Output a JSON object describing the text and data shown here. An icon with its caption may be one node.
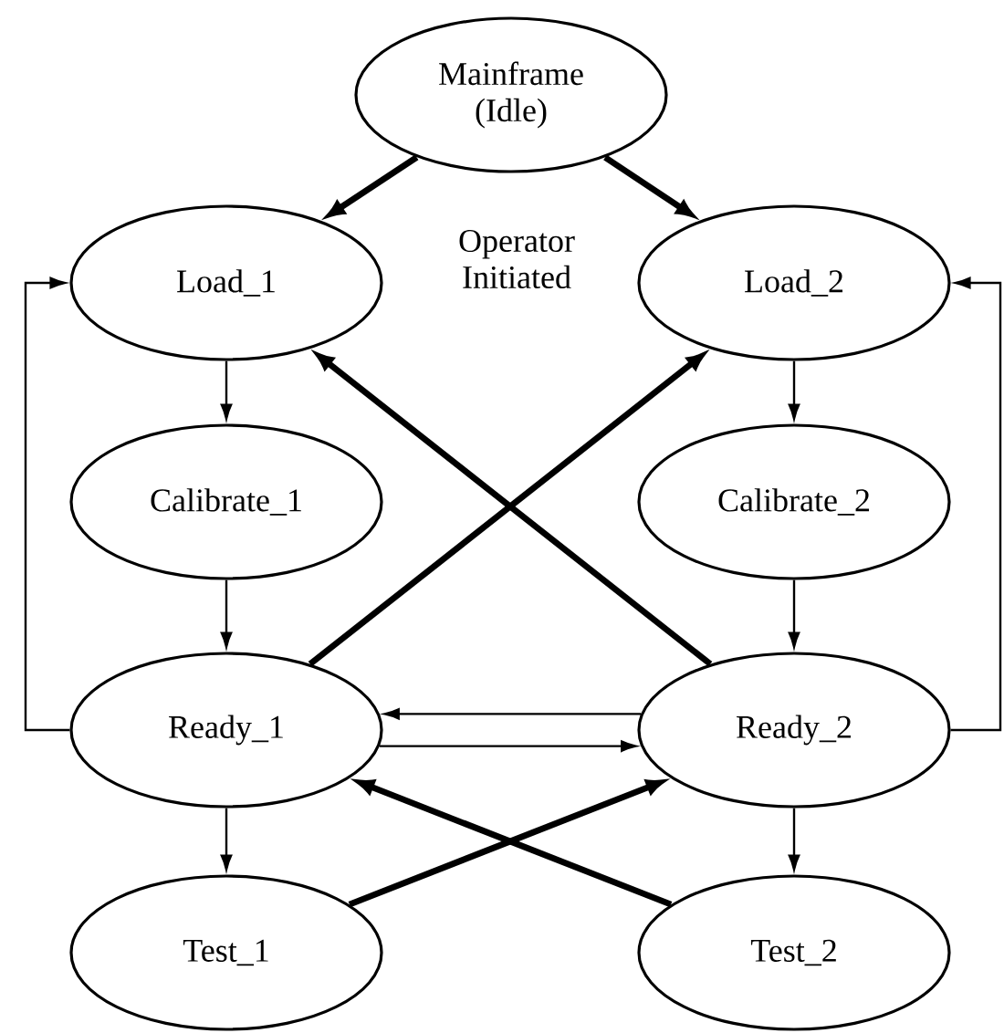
{
  "diagram": {
    "nodes": [
      {
        "text": [
          "Mainframe (Idle)"
        ]
      },
      {
        "text": [
          "Load_1"
        ]
      },
      {
        "text": [
          "Load_2"
        ]
      },
      {
        "text": [
          "Calibrate_1"
        ]
      },
      {
        "text": [
          "Calibrate_2"
        ]
      },
      {
        "text": [
          "Ready_1"
        ]
      },
      {
        "text": [
          "Ready_2"
        ]
      },
      {
        "text": [
          "Test_1"
        ]
      },
      {
        "text": [
          "Test_2"
        ]
      }
    ],
    "edges": [
      {
        "from": 0,
        "to": 1,
        "arrow": "to",
        "style": "thick"
      },
      {
        "from": 0,
        "to": 2,
        "arrow": "to",
        "style": "thick"
      },
      {
        "from": 1,
        "to": 3,
        "arrow": "to"
      },
      {
        "from": 2,
        "to": 4,
        "arrow": "to"
      },
      {
        "from": 3,
        "to": 5,
        "arrow": "to"
      },
      {
        "from": 4,
        "to": 6,
        "arrow": "to"
      },
      {
        "from": 5,
        "to": 7,
        "arrow": "to"
      },
      {
        "from": 6,
        "to": 8,
        "arrow": "to"
      },
      {
        "from": 5,
        "to": 1,
        "arrow": "to"
      },
      {
        "from": 6,
        "to": 2,
        "arrow": "to"
      },
      {
        "from": 5,
        "to": 2,
        "arrow": "to",
        "style": "thick"
      },
      {
        "from": 6,
        "to": 1,
        "arrow": "to",
        "style": "thick"
      },
      {
        "from": 6,
        "to": 5,
        "arrow": "to"
      },
      {
        "from": 5,
        "to": 6,
        "arrow": "to"
      },
      {
        "from": 7,
        "to": 6,
        "arrow": "to",
        "style": "thick"
      },
      {
        "from": 8,
        "to": 5,
        "arrow": "to",
        "style": "thick"
      }
    ],
    "labels": [
      "Operator Initiated"
    ]
  }
}
